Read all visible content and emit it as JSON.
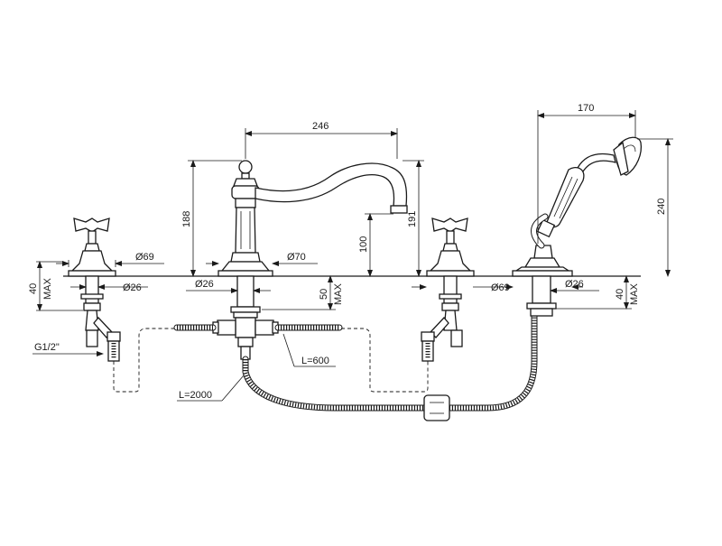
{
  "dimensions": {
    "spout_reach": "246",
    "spout_height": "188",
    "spout_outlet_height": "191",
    "spout_clearance": "100",
    "handshower_width": "170",
    "handshower_height": "240",
    "left_base_dia": "Ø69",
    "center_base_dia": "Ø70",
    "right_base_dia": "Ø69",
    "left_shank_dia": "Ø26",
    "center_shank_dia": "Ø26",
    "right_shank_dia": "Ø26",
    "left_deck_max": "40",
    "center_deck_max": "50",
    "right_deck_max": "40",
    "max_label": "MAX",
    "thread": "G1/2\"",
    "hose_short": "L=600",
    "hose_long": "L=2000"
  }
}
